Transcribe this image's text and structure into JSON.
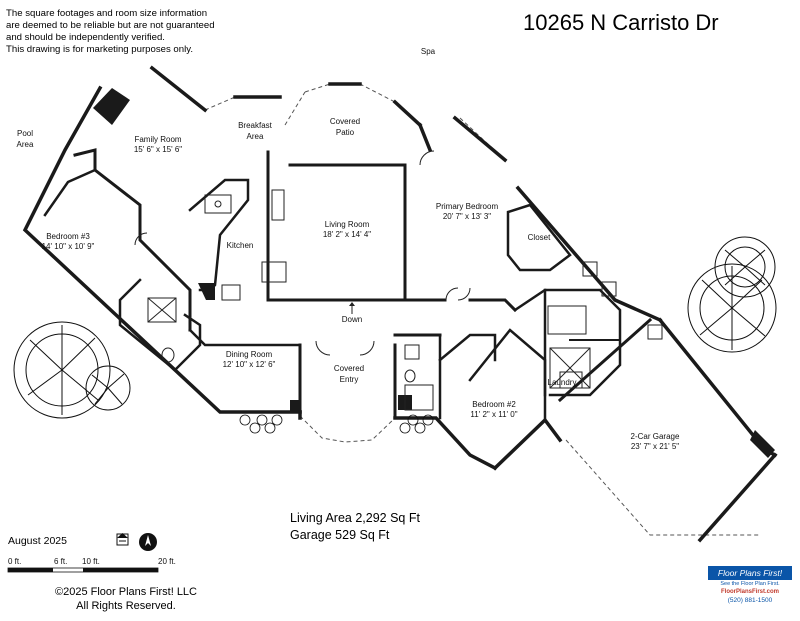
{
  "disclaimer": [
    "The square footages and room size information",
    "are deemed to be reliable but are not guaranteed",
    "and should be independently verified.",
    "This drawing is for marketing purposes only."
  ],
  "address": "10265 N Carristo Dr",
  "labels": {
    "spa": "Spa",
    "pool_area_1": "Pool",
    "pool_area_2": "Area",
    "down": "Down",
    "laundry": "Laundry",
    "closet": "Closet",
    "kitchen": "Kitchen"
  },
  "rooms": {
    "family_room": {
      "name": "Family Room",
      "size": "15' 6\" x 15' 6\""
    },
    "breakfast": {
      "name1": "Breakfast",
      "name2": "Area"
    },
    "covered_patio": {
      "name1": "Covered",
      "name2": "Patio"
    },
    "bedroom3": {
      "name": "Bedroom #3",
      "size": "14' 10\" x 10' 9\""
    },
    "living_room": {
      "name": "Living Room",
      "size": "18' 2\" x 14' 4\""
    },
    "primary_bedroom": {
      "name": "Primary Bedroom",
      "size": "20' 7\" x 13' 3\""
    },
    "dining_room": {
      "name": "Dining Room",
      "size": "12' 10\" x 12' 6\""
    },
    "covered_entry": {
      "name1": "Covered",
      "name2": "Entry"
    },
    "bedroom2": {
      "name": "Bedroom #2",
      "size": "11' 2\" x 11' 0\""
    },
    "garage": {
      "name": "2-Car Garage",
      "size": "23' 7\" x 21' 5\""
    }
  },
  "area": {
    "living": "Living Area 2,292 Sq Ft",
    "garage": "Garage 529  Sq Ft"
  },
  "date": "August 2025",
  "scale": {
    "t0": "0 ft.",
    "t6": "6 ft.",
    "t10": "10 ft.",
    "t20": "20 ft."
  },
  "copyright": {
    "line1": "©2025 Floor Plans First! LLC",
    "line2": "All Rights Reserved."
  },
  "brand": {
    "name": "Floor Plans First!",
    "tagline": "See the Floor Plan First.",
    "url": "FloorPlansFirst.com",
    "phone": "(520) 881-1500"
  },
  "colors": {
    "wall": "#1a1a1a",
    "brand": "#0a55a8",
    "accent": "#c0392b"
  }
}
